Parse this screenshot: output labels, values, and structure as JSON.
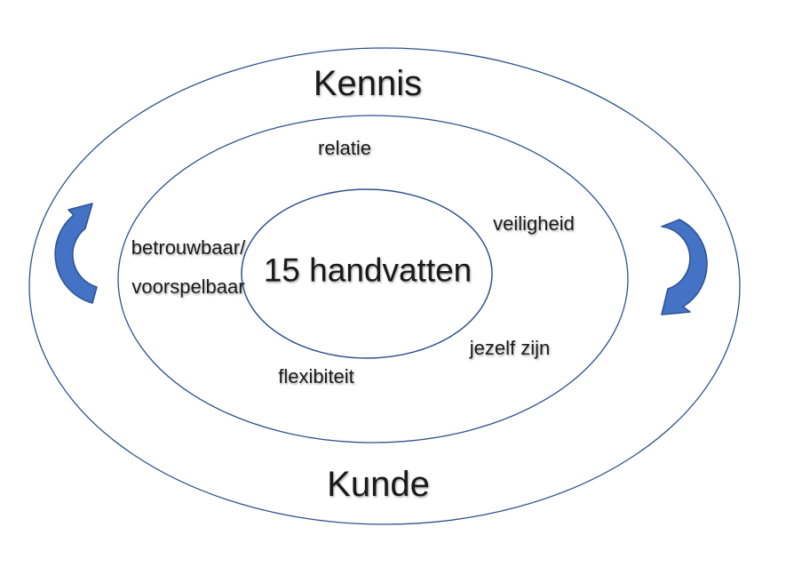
{
  "diagram": {
    "center_label": "15 handvatten",
    "outer_labels": {
      "top": "Kennis",
      "bottom": "Kunde"
    },
    "ring_labels": {
      "relatie": "relatie",
      "veiligheid": "veiligheid",
      "betrouwbaar": "betrouwbaar/",
      "voorspelbaar": "voorspelbaar",
      "jezelf_zijn": "jezelf zijn",
      "flexibiteit": "flexibiteit"
    },
    "icons": {
      "left_arrow": "clockwise-curved-arrow",
      "right_arrow": "clockwise-curved-arrow"
    },
    "colors": {
      "background": "#FFFFFF",
      "ellipse_stroke": "#2F528F",
      "arrow_fill": "#4472C4",
      "arrow_stroke": "#2F5597",
      "text": "#1A1A1A"
    }
  }
}
